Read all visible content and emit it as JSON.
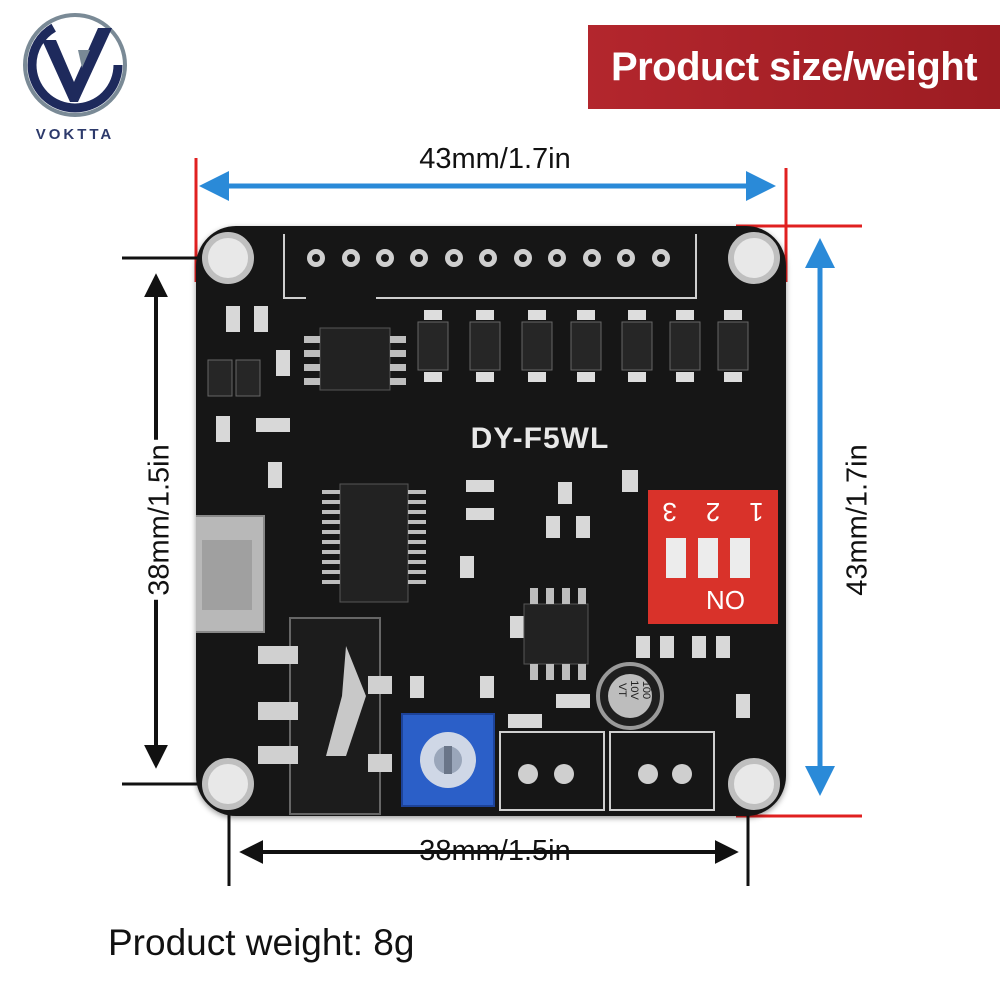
{
  "logo": {
    "text": "VOKTTA",
    "icon": "voktta-logo-icon"
  },
  "banner": {
    "text": "Product size/weight",
    "color": "#a8222a"
  },
  "board": {
    "model": "DY-F5WL",
    "dip_switch_numbers": [
      "3",
      "2",
      "1"
    ],
    "dip_on_label": "ON",
    "capacitor_label": "100\n10V\nVT"
  },
  "dimensions": {
    "top_width": "43mm/1.7in",
    "right_height": "43mm/1.7in",
    "left_height": "38mm/1.5in",
    "bottom_width": "38mm/1.5in",
    "outer_arrow_color": "#2a8ad8",
    "inner_arrow_color": "#111111",
    "marker_color": "#e02020"
  },
  "weight": {
    "text": "Product weight: 8g"
  }
}
